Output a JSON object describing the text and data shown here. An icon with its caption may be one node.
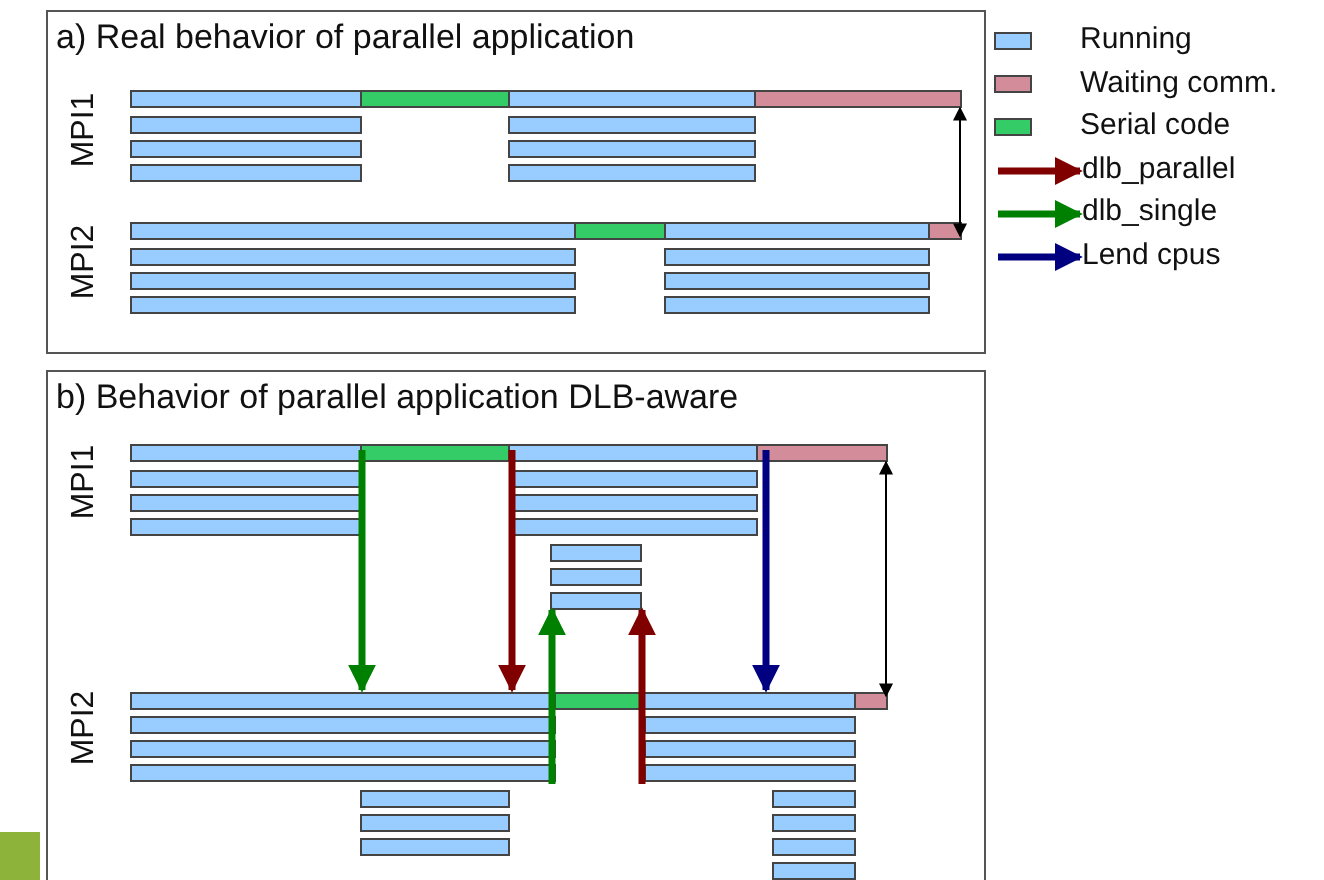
{
  "diagram": {
    "nodes": [
      {
        "text": [
          "a) Real behavior of parallel application"
        ]
      },
      {
        "text": [
          "b) Behavior of parallel application DLB-aware"
        ]
      }
    ],
    "labels": [
      "MPI1",
      "MPI2",
      "MPI1",
      "MPI2"
    ],
    "legend": [
      {
        "text": "Running",
        "color": "#99ccff"
      },
      {
        "text": "Waiting comm.",
        "color": "#d38c99"
      },
      {
        "text": "Serial code",
        "color": "#33cc66"
      },
      {
        "text": "dlb_parallel"
      },
      {
        "text": "dlb_single"
      },
      {
        "text": "Lend cpus"
      }
    ]
  }
}
